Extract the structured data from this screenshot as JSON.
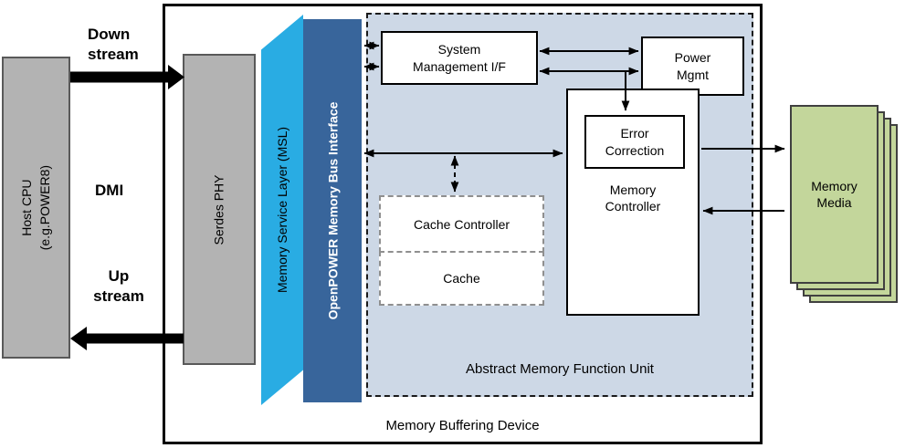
{
  "colors": {
    "gray_fill": "#b3b3b3",
    "gray_border": "#595959",
    "msl_fill": "#29ace3",
    "bus_fill": "#38659b",
    "amfu_fill": "#cdd8e6",
    "media_fill": "#c3d69b",
    "media_border": "#404040",
    "dashed_box_border": "#8f8f8f",
    "line_color": "#000000"
  },
  "host": {
    "label": "Host CPU\n(e.g.POWER8)"
  },
  "bus_labels": {
    "downstream": "Down\nstream",
    "dmi": "DMI",
    "upstream": "Up\nstream"
  },
  "device": {
    "title": "Memory Buffering Device",
    "serdes": "Serdes PHY",
    "msl": "Memory Service Layer (MSL)",
    "openpower_bus": "OpenPOWER Memory Bus Interface"
  },
  "amfu": {
    "title": "Abstract Memory Function Unit",
    "system_mgmt": "System\nManagement I/F",
    "power_mgmt": "Power\nMgmt",
    "error_correction": "Error\nCorrection",
    "memory_controller": "Memory\nController",
    "cache_controller": "Cache Controller",
    "cache": "Cache"
  },
  "memory_media": {
    "label": "Memory\nMedia"
  }
}
